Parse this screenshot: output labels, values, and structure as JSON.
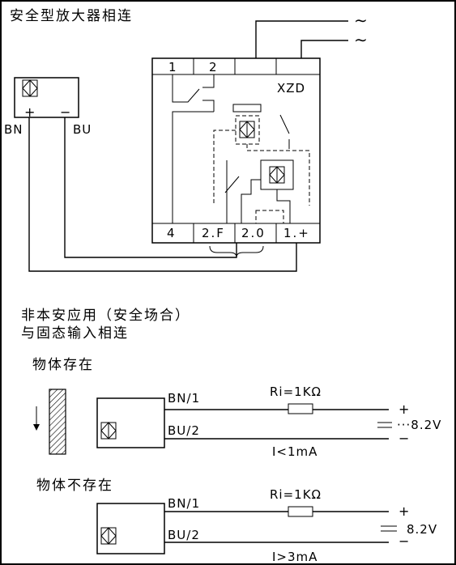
{
  "top_title": "安全型放大器相连",
  "ac_symbol": "∼",
  "sensor_top": {
    "plus": "+",
    "minus": "−",
    "wire_left": "BN",
    "wire_right": "BU"
  },
  "amplifier": {
    "top_terminals": [
      "1",
      "2",
      "",
      ""
    ],
    "relay_label": "XZD",
    "bottom_terminals": [
      "4",
      "2.F",
      "2.0",
      "1.+"
    ]
  },
  "section_title_line1": "非本安应用（安全场合）",
  "section_title_line2": "与固态输入相连",
  "present": {
    "title": "物体存在",
    "wire1": "BN/1",
    "wire2": "BU/2",
    "resistor": "Ri=1KΩ",
    "plus": "+",
    "minus": "−",
    "voltage": "···8.2V",
    "current": "I<1mA"
  },
  "absent": {
    "title": "物体不存在",
    "wire1": "BN/1",
    "wire2": "BU/2",
    "resistor": "Ri=1KΩ",
    "plus": "+",
    "minus": "−",
    "voltage": "8.2V",
    "current": "I>3mA"
  }
}
